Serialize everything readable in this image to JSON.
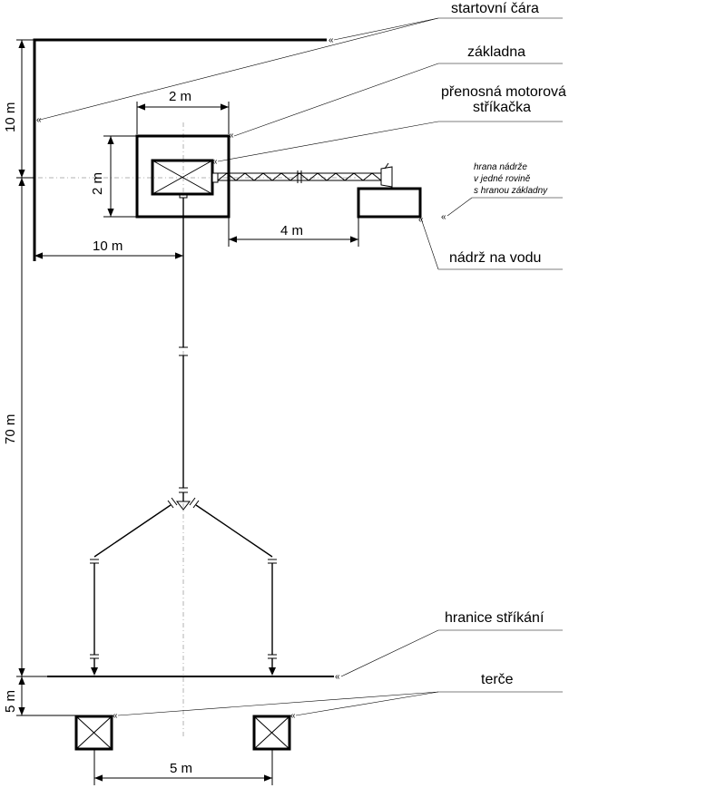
{
  "labels": {
    "start_line": "startovní čára",
    "base": "základna",
    "pump_line1": "přenosná motorová",
    "pump_line2": "stříkačka",
    "tank_note_line1": "hrana nádrže",
    "tank_note_line2": "v jedné rovině",
    "tank_note_line3": "s hranou základny",
    "water_tank": "nádrž na vodu",
    "spray_boundary": "hranice stříkání",
    "targets": "terče"
  },
  "dimensions": {
    "base_width": "2 m",
    "base_height": "2 m",
    "start_offset": "10 m",
    "start_to_pump": "10 m",
    "base_to_tank": "4 m",
    "main_distance": "70 m",
    "target_offset": "5 m",
    "target_spacing": "5 m"
  }
}
